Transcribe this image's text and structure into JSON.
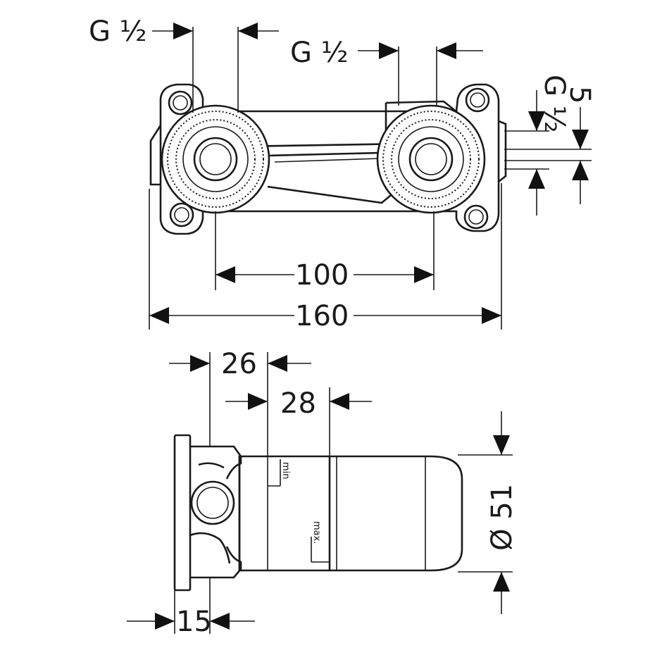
{
  "labels": {
    "g_half_1": "G ½",
    "g_half_2": "G ½",
    "g_half_3": "G ½",
    "dim_5": "5",
    "dim_100": "100",
    "dim_160": "160",
    "dim_26": "26",
    "dim_28": "28",
    "dim_15": "15",
    "dim_51": "Ø 51",
    "min": "min",
    "max": "max."
  }
}
